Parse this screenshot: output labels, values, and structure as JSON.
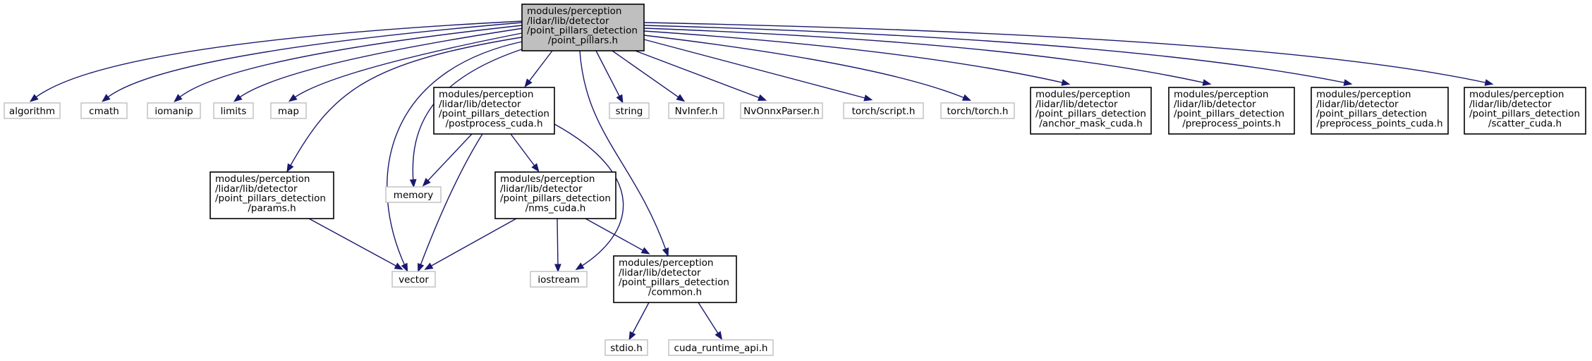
{
  "diagram": {
    "nodes": [
      {
        "id": "pp",
        "style": "root",
        "lines": [
          "modules/perception",
          "/lidar/lib/detector",
          "/point_pillars_detection",
          "/point_pillars.h"
        ]
      },
      {
        "id": "algorithm",
        "style": "sys",
        "lines": [
          "algorithm"
        ]
      },
      {
        "id": "cmath",
        "style": "sys",
        "lines": [
          "cmath"
        ]
      },
      {
        "id": "iomanip",
        "style": "sys",
        "lines": [
          "iomanip"
        ]
      },
      {
        "id": "limits",
        "style": "sys",
        "lines": [
          "limits"
        ]
      },
      {
        "id": "map",
        "style": "sys",
        "lines": [
          "map"
        ]
      },
      {
        "id": "postprocess",
        "style": "local",
        "lines": [
          "modules/perception",
          "/lidar/lib/detector",
          "/point_pillars_detection",
          "/postprocess_cuda.h"
        ]
      },
      {
        "id": "string",
        "style": "sys",
        "lines": [
          "string"
        ]
      },
      {
        "id": "nvinfer",
        "style": "sys",
        "lines": [
          "NvInfer.h"
        ]
      },
      {
        "id": "nvonnx",
        "style": "sys",
        "lines": [
          "NvOnnxParser.h"
        ]
      },
      {
        "id": "torchscript",
        "style": "sys",
        "lines": [
          "torch/script.h"
        ]
      },
      {
        "id": "torchtorch",
        "style": "sys",
        "lines": [
          "torch/torch.h"
        ]
      },
      {
        "id": "anchor",
        "style": "local",
        "lines": [
          "modules/perception",
          "/lidar/lib/detector",
          "/point_pillars_detection",
          "/anchor_mask_cuda.h"
        ]
      },
      {
        "id": "preprocess_points",
        "style": "local",
        "lines": [
          "modules/perception",
          "/lidar/lib/detector",
          "/point_pillars_detection",
          "/preprocess_points.h"
        ]
      },
      {
        "id": "preprocess_points_cuda",
        "style": "local",
        "lines": [
          "modules/perception",
          "/lidar/lib/detector",
          "/point_pillars_detection",
          "/preprocess_points_cuda.h"
        ]
      },
      {
        "id": "scatter",
        "style": "local",
        "lines": [
          "modules/perception",
          "/lidar/lib/detector",
          "/point_pillars_detection",
          "/scatter_cuda.h"
        ]
      },
      {
        "id": "params",
        "style": "local",
        "lines": [
          "modules/perception",
          "/lidar/lib/detector",
          "/point_pillars_detection",
          "/params.h"
        ]
      },
      {
        "id": "memory",
        "style": "sys",
        "lines": [
          "memory"
        ]
      },
      {
        "id": "nms",
        "style": "local",
        "lines": [
          "modules/perception",
          "/lidar/lib/detector",
          "/point_pillars_detection",
          "/nms_cuda.h"
        ]
      },
      {
        "id": "vector",
        "style": "sys",
        "lines": [
          "vector"
        ]
      },
      {
        "id": "iostream",
        "style": "sys",
        "lines": [
          "iostream"
        ]
      },
      {
        "id": "common",
        "style": "local",
        "lines": [
          "modules/perception",
          "/lidar/lib/detector",
          "/point_pillars_detection",
          "/common.h"
        ]
      },
      {
        "id": "stdio",
        "style": "sys",
        "lines": [
          "stdio.h"
        ]
      },
      {
        "id": "cudaapi",
        "style": "sys",
        "lines": [
          "cuda_runtime_api.h"
        ]
      }
    ],
    "edges": [
      [
        "pp",
        "algorithm"
      ],
      [
        "pp",
        "cmath"
      ],
      [
        "pp",
        "iomanip"
      ],
      [
        "pp",
        "limits"
      ],
      [
        "pp",
        "map"
      ],
      [
        "pp",
        "params"
      ],
      [
        "pp",
        "vector"
      ],
      [
        "pp",
        "memory"
      ],
      [
        "pp",
        "postprocess"
      ],
      [
        "pp",
        "common"
      ],
      [
        "pp",
        "string"
      ],
      [
        "pp",
        "nvinfer"
      ],
      [
        "pp",
        "nvonnx"
      ],
      [
        "pp",
        "torchscript"
      ],
      [
        "pp",
        "torchtorch"
      ],
      [
        "pp",
        "anchor"
      ],
      [
        "pp",
        "preprocess_points"
      ],
      [
        "pp",
        "preprocess_points_cuda"
      ],
      [
        "pp",
        "scatter"
      ],
      [
        "postprocess",
        "memory"
      ],
      [
        "postprocess",
        "vector"
      ],
      [
        "postprocess",
        "nms"
      ],
      [
        "postprocess",
        "iostream"
      ],
      [
        "params",
        "vector"
      ],
      [
        "nms",
        "vector"
      ],
      [
        "nms",
        "iostream"
      ],
      [
        "nms",
        "common"
      ],
      [
        "common",
        "stdio"
      ],
      [
        "common",
        "cudaapi"
      ]
    ]
  }
}
